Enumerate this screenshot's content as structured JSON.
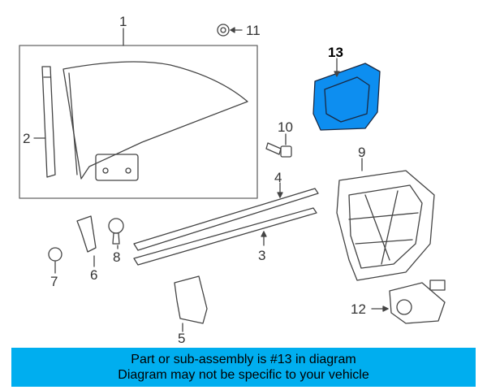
{
  "callouts": {
    "c1": "1",
    "c2": "2",
    "c3": "3",
    "c4": "4",
    "c5": "5",
    "c6": "6",
    "c7": "7",
    "c8": "8",
    "c9": "9",
    "c10": "10",
    "c11": "11",
    "c12": "12",
    "c13": "13"
  },
  "colors": {
    "highlight": "#0d8ef0",
    "banner": "#00aeef"
  },
  "banner": {
    "line1": "Part or sub-assembly is #13 in diagram",
    "line2": "Diagram may not be specific to your vehicle"
  }
}
